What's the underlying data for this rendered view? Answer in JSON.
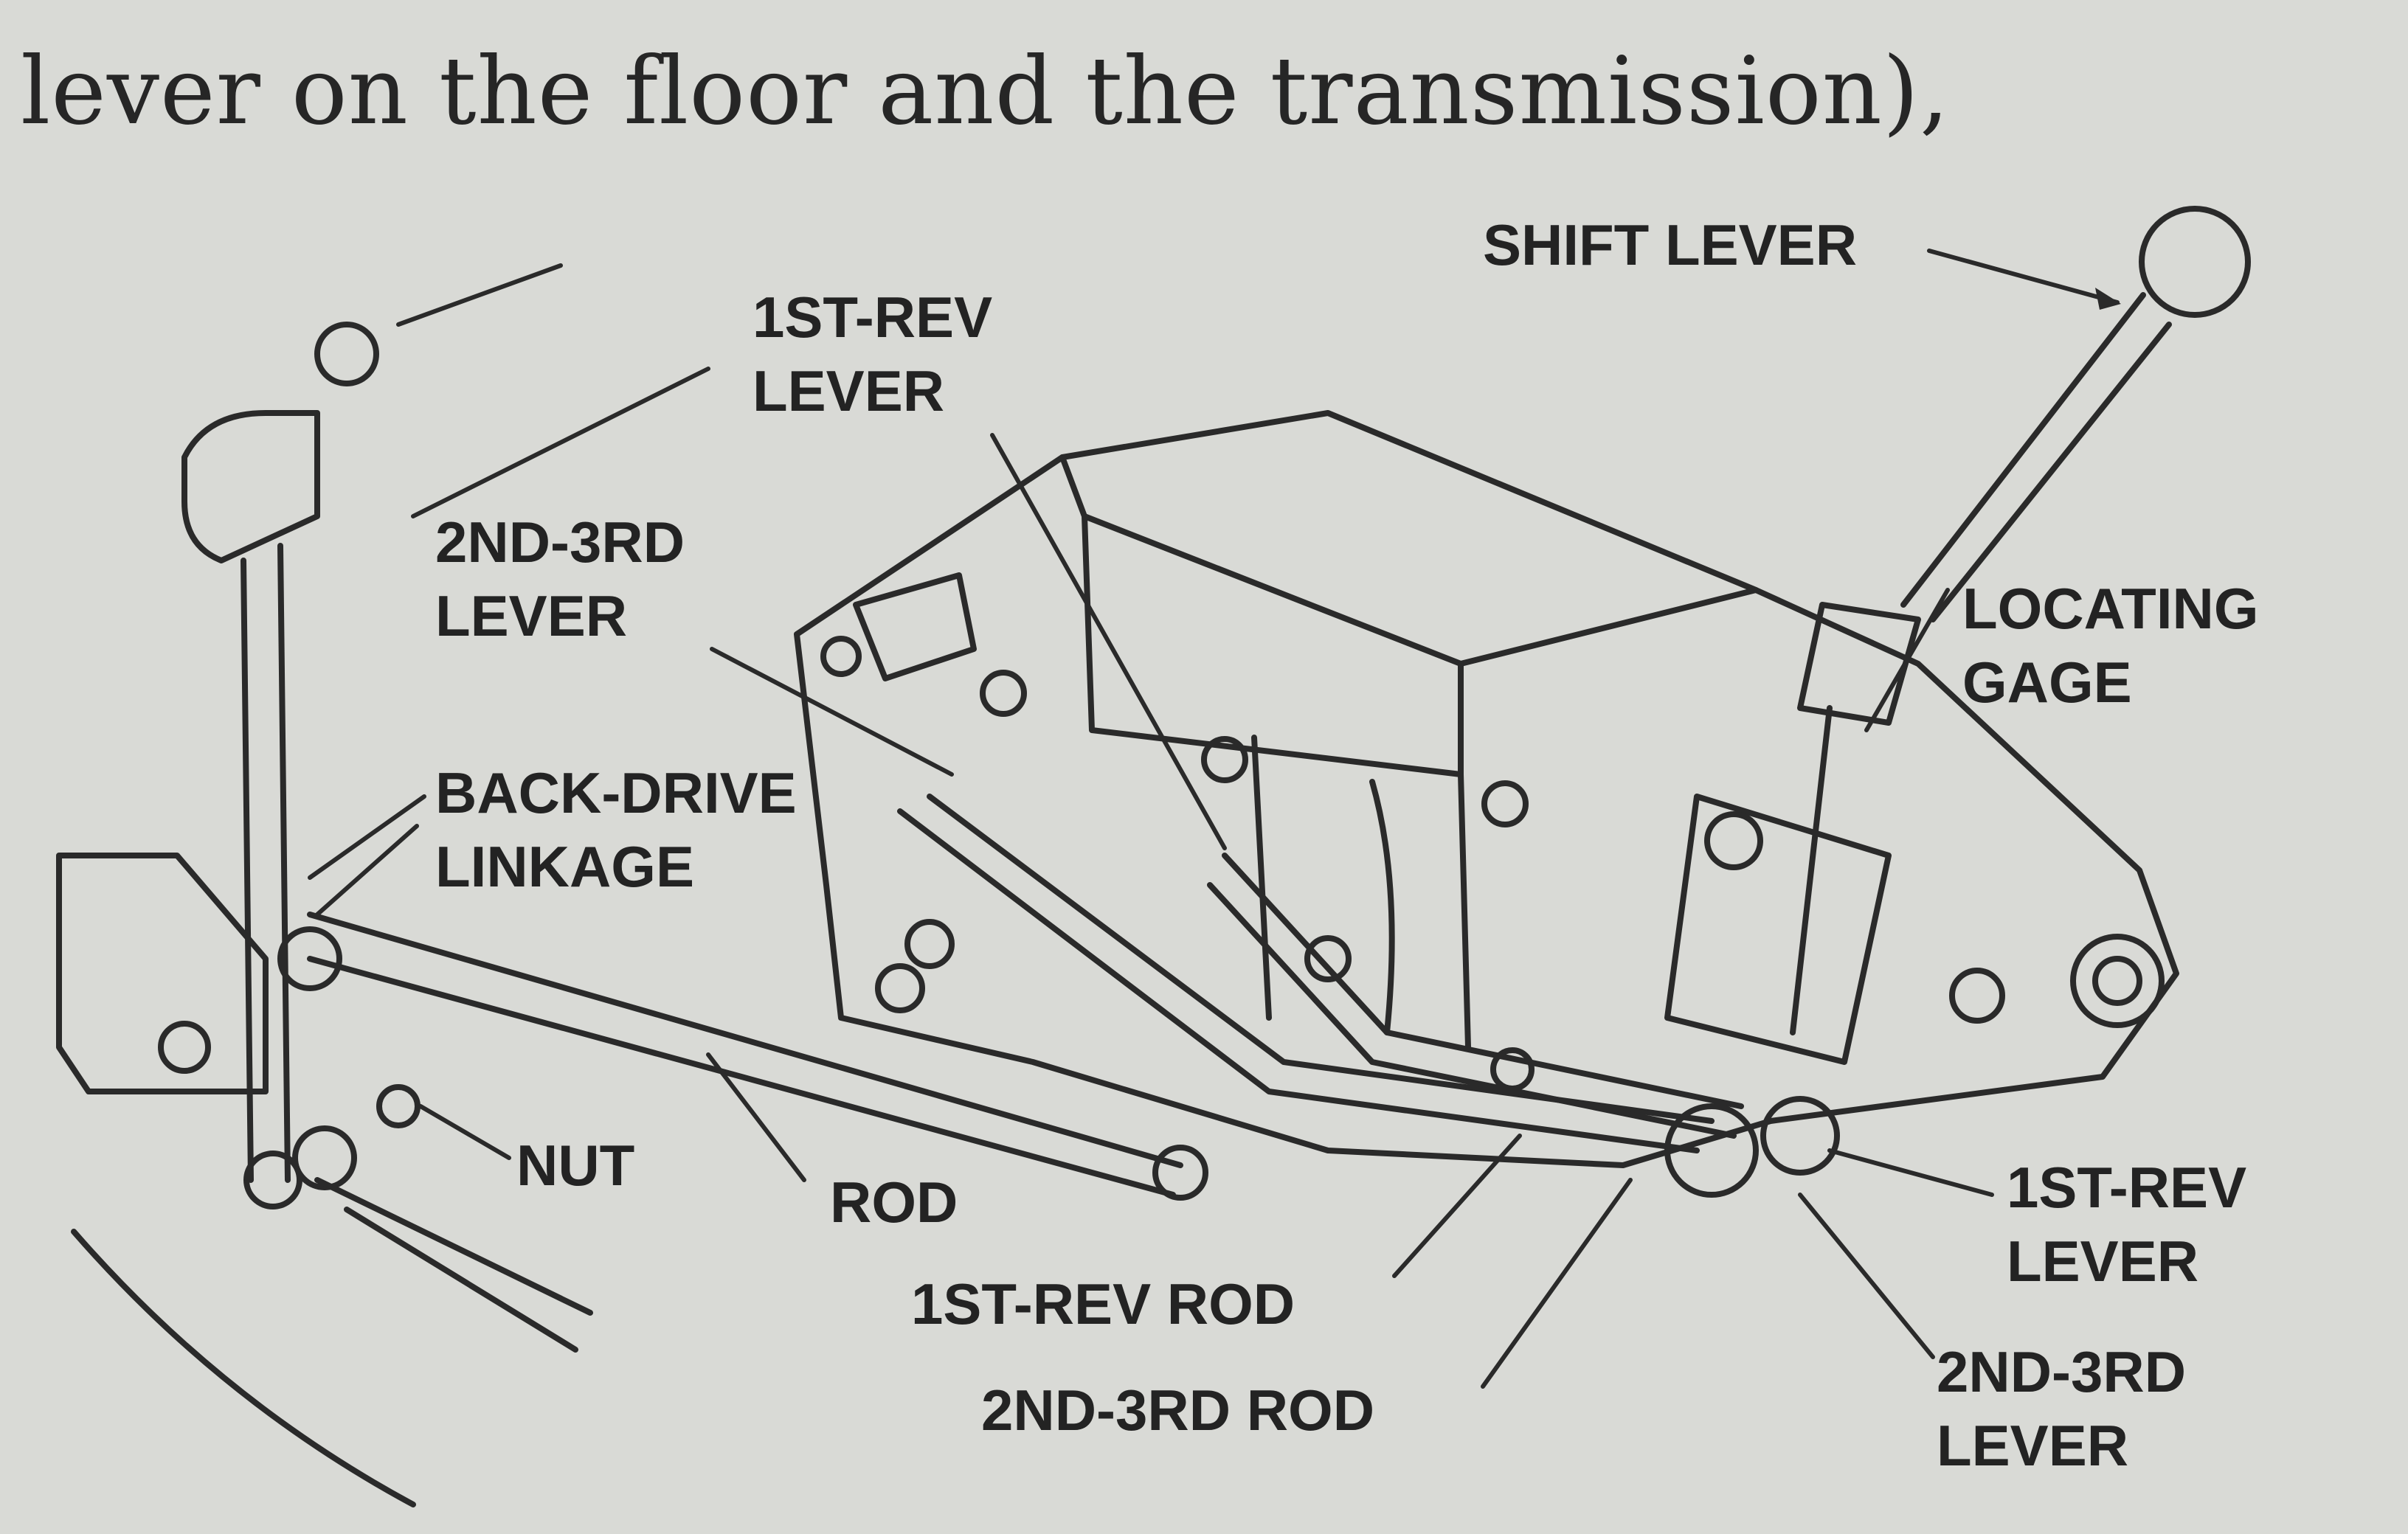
{
  "caption": "lever on the floor and the transmission),",
  "labels": {
    "shift_lever": "SHIFT LEVER",
    "first_rev_lever_top": [
      "1ST-REV",
      "LEVER"
    ],
    "second_third_lever_left": [
      "2ND-3RD",
      "LEVER"
    ],
    "back_drive_linkage": [
      "BACK-DRIVE",
      "LINKAGE"
    ],
    "locating_gage": [
      "LOCATING",
      "GAGE"
    ],
    "nut": "NUT",
    "rod": "ROD",
    "first_rev_rod": "1ST-REV ROD",
    "second_third_rod": "2ND-3RD ROD",
    "first_rev_lever_right": [
      "1ST-REV",
      "LEVER"
    ],
    "second_third_lever_right": [
      "2ND-3RD",
      "LEVER"
    ]
  }
}
